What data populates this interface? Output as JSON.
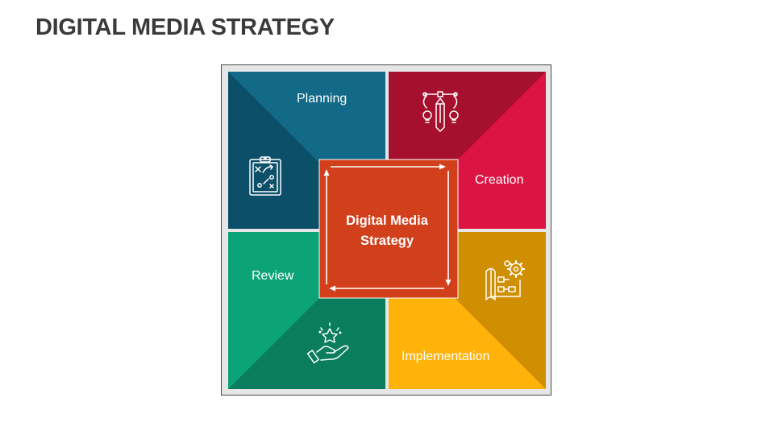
{
  "slide": {
    "title": "DIGITAL MEDIA STRATEGY"
  },
  "center": {
    "line1": "Digital Media",
    "line2": "Strategy"
  },
  "quadrants": [
    {
      "label": "Planning",
      "icon": "clipboard-strategy-icon",
      "colors": [
        "#126a88",
        "#0c4f68"
      ]
    },
    {
      "label": "Creation",
      "icon": "design-pen-bulbs-icon",
      "colors": [
        "#a5102e",
        "#dc1444"
      ]
    },
    {
      "label": "Implementation",
      "icon": "blueprint-gear-icon",
      "colors": [
        "#ffb30a",
        "#cf8f00"
      ]
    },
    {
      "label": "Review",
      "icon": "hand-star-icon",
      "colors": [
        "#0ba377",
        "#0a7d5e"
      ]
    }
  ],
  "center_color": "#d1401b"
}
